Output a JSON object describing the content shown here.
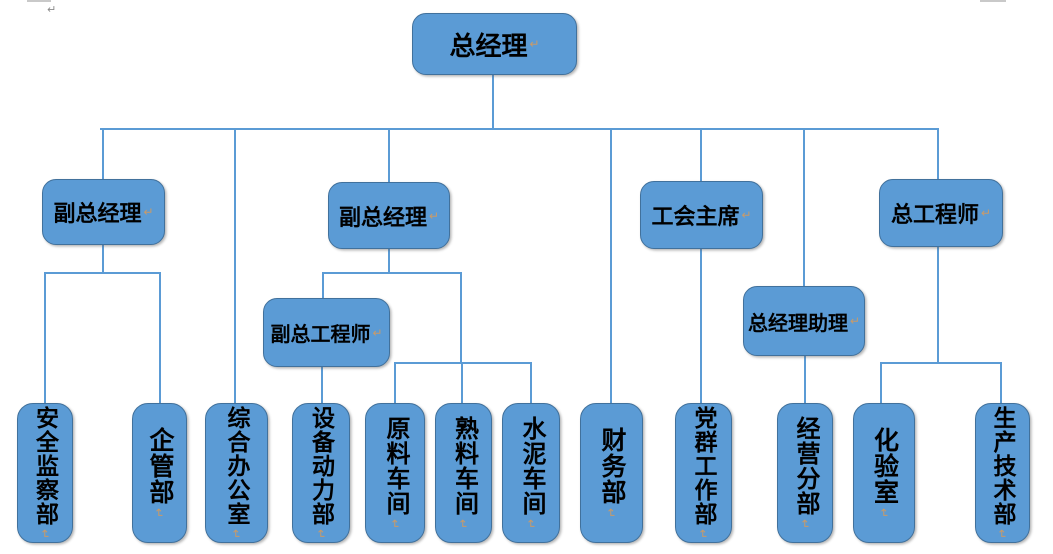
{
  "diagram": {
    "type": "org-chart",
    "language": "zh-CN"
  },
  "palette": {
    "node_fill": "#5B9BD5",
    "node_border": "#41719C",
    "connector": "#5B9BD5",
    "text": "#000000",
    "paragraph_mark": "#C89B6A",
    "artifact_gray": "#C9C9C9",
    "background": "#FFFFFF"
  },
  "marks": {
    "return_mark": "↵"
  },
  "nodes": {
    "gm": {
      "label": "总经理"
    },
    "deputy_gm_1": {
      "label": "副总经理"
    },
    "deputy_gm_2": {
      "label": "副总经理"
    },
    "union_chairman": {
      "label": "工会主席"
    },
    "chief_engineer": {
      "label": "总工程师"
    },
    "deputy_chief_engineer": {
      "label": "副总工程师"
    },
    "gm_assistant": {
      "label": "总经理助理"
    },
    "safety_supervision": {
      "label": "安全监察部"
    },
    "enterprise_mgmt": {
      "label": "企管部"
    },
    "general_office": {
      "label": "综合办公室"
    },
    "equipment_power": {
      "label": "设备动力部"
    },
    "raw_material_workshop": {
      "label": "原料车间"
    },
    "clinker_workshop": {
      "label": "熟料车间"
    },
    "cement_workshop": {
      "label": "水泥车间"
    },
    "finance": {
      "label": "财务部"
    },
    "party_mass_work": {
      "label": "党群工作部"
    },
    "business_division": {
      "label": "经营分部"
    },
    "laboratory": {
      "label": "化验室"
    },
    "production_tech": {
      "label": "生产技术部"
    }
  },
  "edges": [
    [
      "gm",
      "deputy_gm_1"
    ],
    [
      "gm",
      "general_office"
    ],
    [
      "gm",
      "deputy_gm_2"
    ],
    [
      "gm",
      "finance"
    ],
    [
      "gm",
      "union_chairman"
    ],
    [
      "gm",
      "gm_assistant"
    ],
    [
      "gm",
      "chief_engineer"
    ],
    [
      "deputy_gm_1",
      "safety_supervision"
    ],
    [
      "deputy_gm_1",
      "enterprise_mgmt"
    ],
    [
      "deputy_gm_2",
      "deputy_chief_engineer"
    ],
    [
      "deputy_gm_2",
      "raw_material_workshop"
    ],
    [
      "deputy_gm_2",
      "clinker_workshop"
    ],
    [
      "deputy_gm_2",
      "cement_workshop"
    ],
    [
      "deputy_chief_engineer",
      "equipment_power"
    ],
    [
      "union_chairman",
      "party_mass_work"
    ],
    [
      "gm_assistant",
      "business_division"
    ],
    [
      "chief_engineer",
      "laboratory"
    ],
    [
      "chief_engineer",
      "production_tech"
    ]
  ]
}
